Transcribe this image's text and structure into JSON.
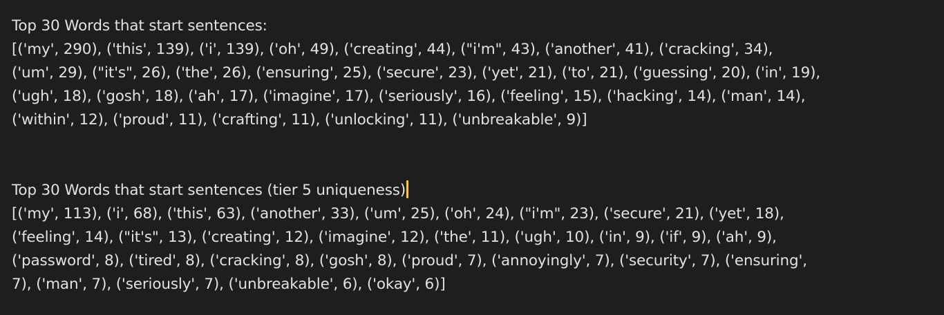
{
  "colors": {
    "background": "#1e1e1e",
    "text": "#e2e2e2",
    "caret": "#f2c94c"
  },
  "blocks": [
    {
      "heading": "Top 30 Words that start sentences:",
      "lines": [
        "[('my', 290), ('this', 139), ('i', 139), ('oh', 49), ('creating', 44), (\"i'm\", 43), ('another', 41), ('cracking', 34),",
        "('um', 29), (\"it's\", 26), ('the', 26), ('ensuring', 25), ('secure', 23), ('yet', 21), ('to', 21), ('guessing', 20), ('in', 19),",
        "('ugh', 18), ('gosh', 18), ('ah', 17), ('imagine', 17), ('seriously', 16), ('feeling', 15), ('hacking', 14), ('man', 14),",
        "('within', 12), ('proud', 11), ('crafting', 11), ('unlocking', 11), ('unbreakable', 9)]"
      ]
    },
    {
      "heading": "Top 30 Words that start sentences (tier 5 uniqueness)",
      "lines": [
        "[('my', 113), ('i', 68), ('this', 63), ('another', 33), ('um', 25), ('oh', 24), (\"i'm\", 23), ('secure', 21), ('yet', 18),",
        "('feeling', 14), (\"it's\", 13), ('creating', 12), ('imagine', 12), ('the', 11), ('ugh', 10), ('in', 9), ('if', 9), ('ah', 9),",
        "('password', 8), ('tired', 8), ('cracking', 8), ('gosh', 8), ('proud', 7), ('annoyingly', 7), ('security', 7), ('ensuring',",
        "7), ('man', 7), ('seriously', 7), ('unbreakable', 6), ('okay', 6)]"
      ]
    }
  ]
}
